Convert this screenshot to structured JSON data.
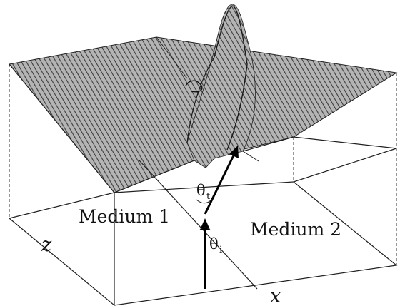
{
  "labels": {
    "medium_1": "Medium 1",
    "medium_2": "Medium 2",
    "theta_t_symbol": "θ",
    "theta_t_subscript": "t",
    "theta_i_symbol": "θ",
    "theta_i_subscript": "i",
    "axis_z": "z",
    "axis_x": "x"
  },
  "colors": {
    "surface": "#a9a9a9",
    "mesh_lines": "#3c3c3c",
    "frame": "#202020",
    "arrow": "#000000"
  }
}
